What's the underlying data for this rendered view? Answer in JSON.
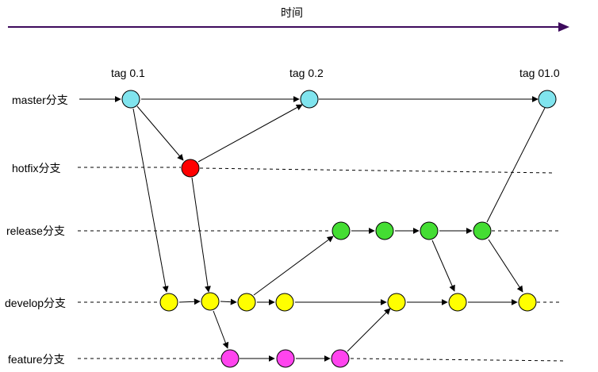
{
  "time_axis": {
    "label": "时间",
    "color": "#3d0a5c"
  },
  "colors": {
    "master": "#80e4ee",
    "hotfix": "#ff0000",
    "release": "#44dd33",
    "develop": "#ffff00",
    "feature": "#ff44ee"
  },
  "branches": [
    {
      "id": "master",
      "label": "master分支"
    },
    {
      "id": "hotfix",
      "label": "hotfix分支"
    },
    {
      "id": "release",
      "label": "release分支"
    },
    {
      "id": "develop",
      "label": "develop分支"
    },
    {
      "id": "feature",
      "label": "feature分支"
    }
  ],
  "tags": [
    {
      "id": "t1",
      "label": "tag 0.1"
    },
    {
      "id": "t2",
      "label": "tag 0.2"
    },
    {
      "id": "t3",
      "label": "tag 01.0"
    }
  ]
}
